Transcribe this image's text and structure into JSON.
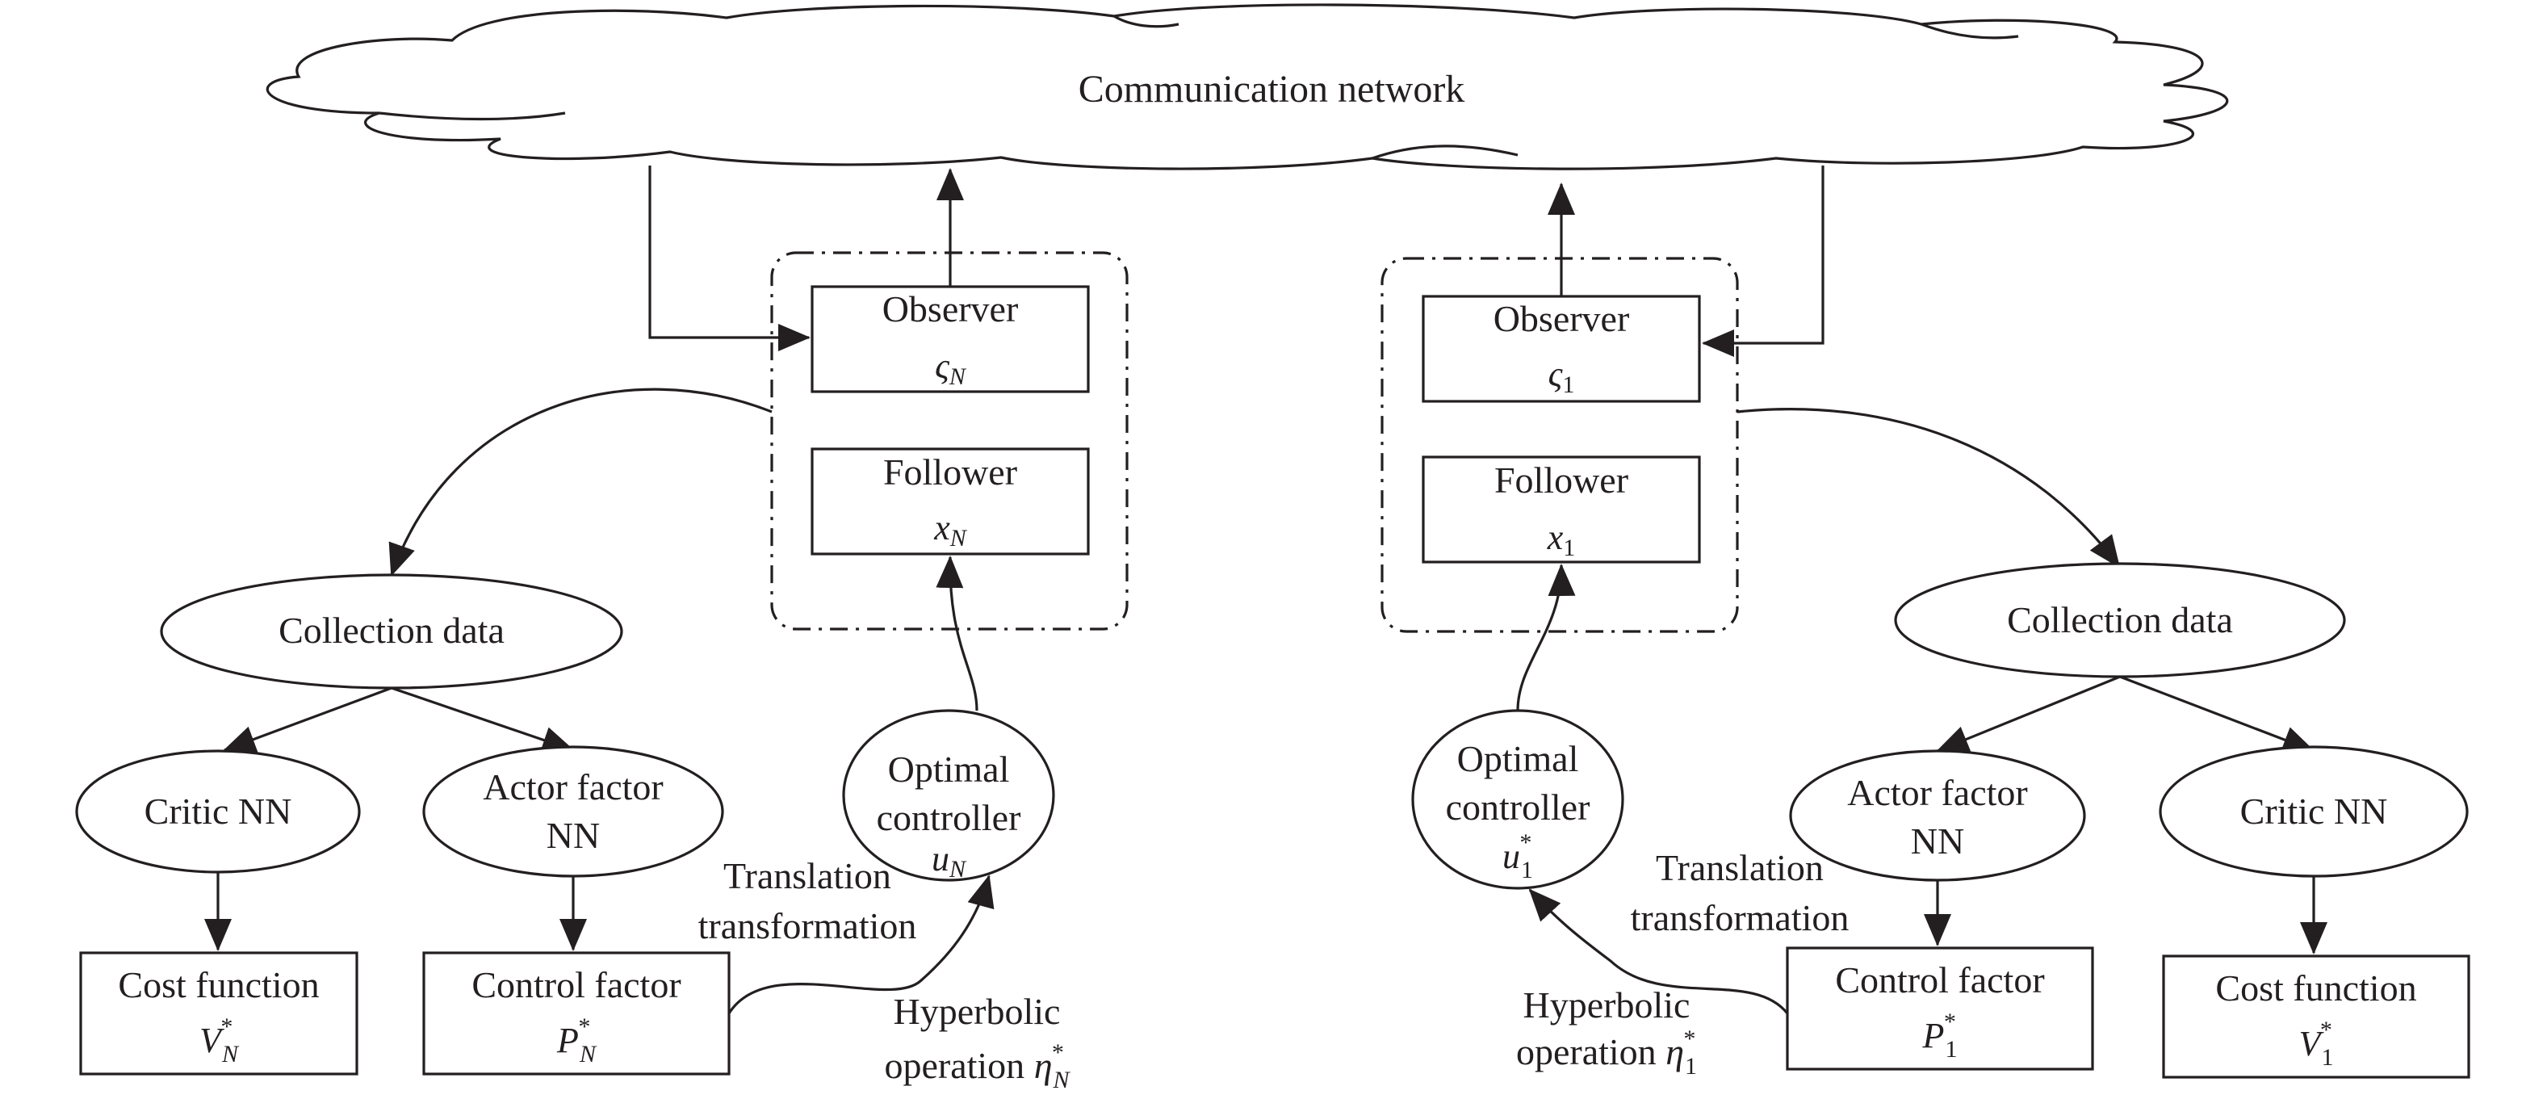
{
  "diagram": {
    "cloud": {
      "label": "Communication network"
    },
    "left": {
      "observer": {
        "title": "Observer",
        "symbol": "ςN"
      },
      "follower": {
        "title": "Follower",
        "symbol": "xN"
      },
      "collection": "Collection data",
      "critic": "Critic NN",
      "actor": {
        "line1": "Actor factor",
        "line2": "NN"
      },
      "optimal": {
        "line1": "Optimal",
        "line2": "controller",
        "symbol": "uN"
      },
      "cost": {
        "title": "Cost function",
        "symbol": "V*N"
      },
      "control": {
        "title": "Control factor",
        "symbol": "P*N"
      },
      "translation": {
        "line1": "Translation",
        "line2": "transformation"
      },
      "hyperbolic": {
        "line1": "Hyperbolic",
        "line2": "operation η*N"
      }
    },
    "right": {
      "observer": {
        "title": "Observer",
        "symbol": "ς1"
      },
      "follower": {
        "title": "Follower",
        "symbol": "x1"
      },
      "collection": "Collection data",
      "critic": "Critic NN",
      "actor": {
        "line1": "Actor factor",
        "line2": "NN"
      },
      "optimal": {
        "line1": "Optimal",
        "line2": "controller",
        "symbol": "u*1"
      },
      "cost": {
        "title": "Cost function",
        "symbol": "V*1"
      },
      "control": {
        "title": "Control factor",
        "symbol": "P*1"
      },
      "translation": {
        "line1": "Translation",
        "line2": "transformation"
      },
      "hyperbolic": {
        "line1": "Hyperbolic",
        "line2": "operation η*1"
      }
    }
  }
}
